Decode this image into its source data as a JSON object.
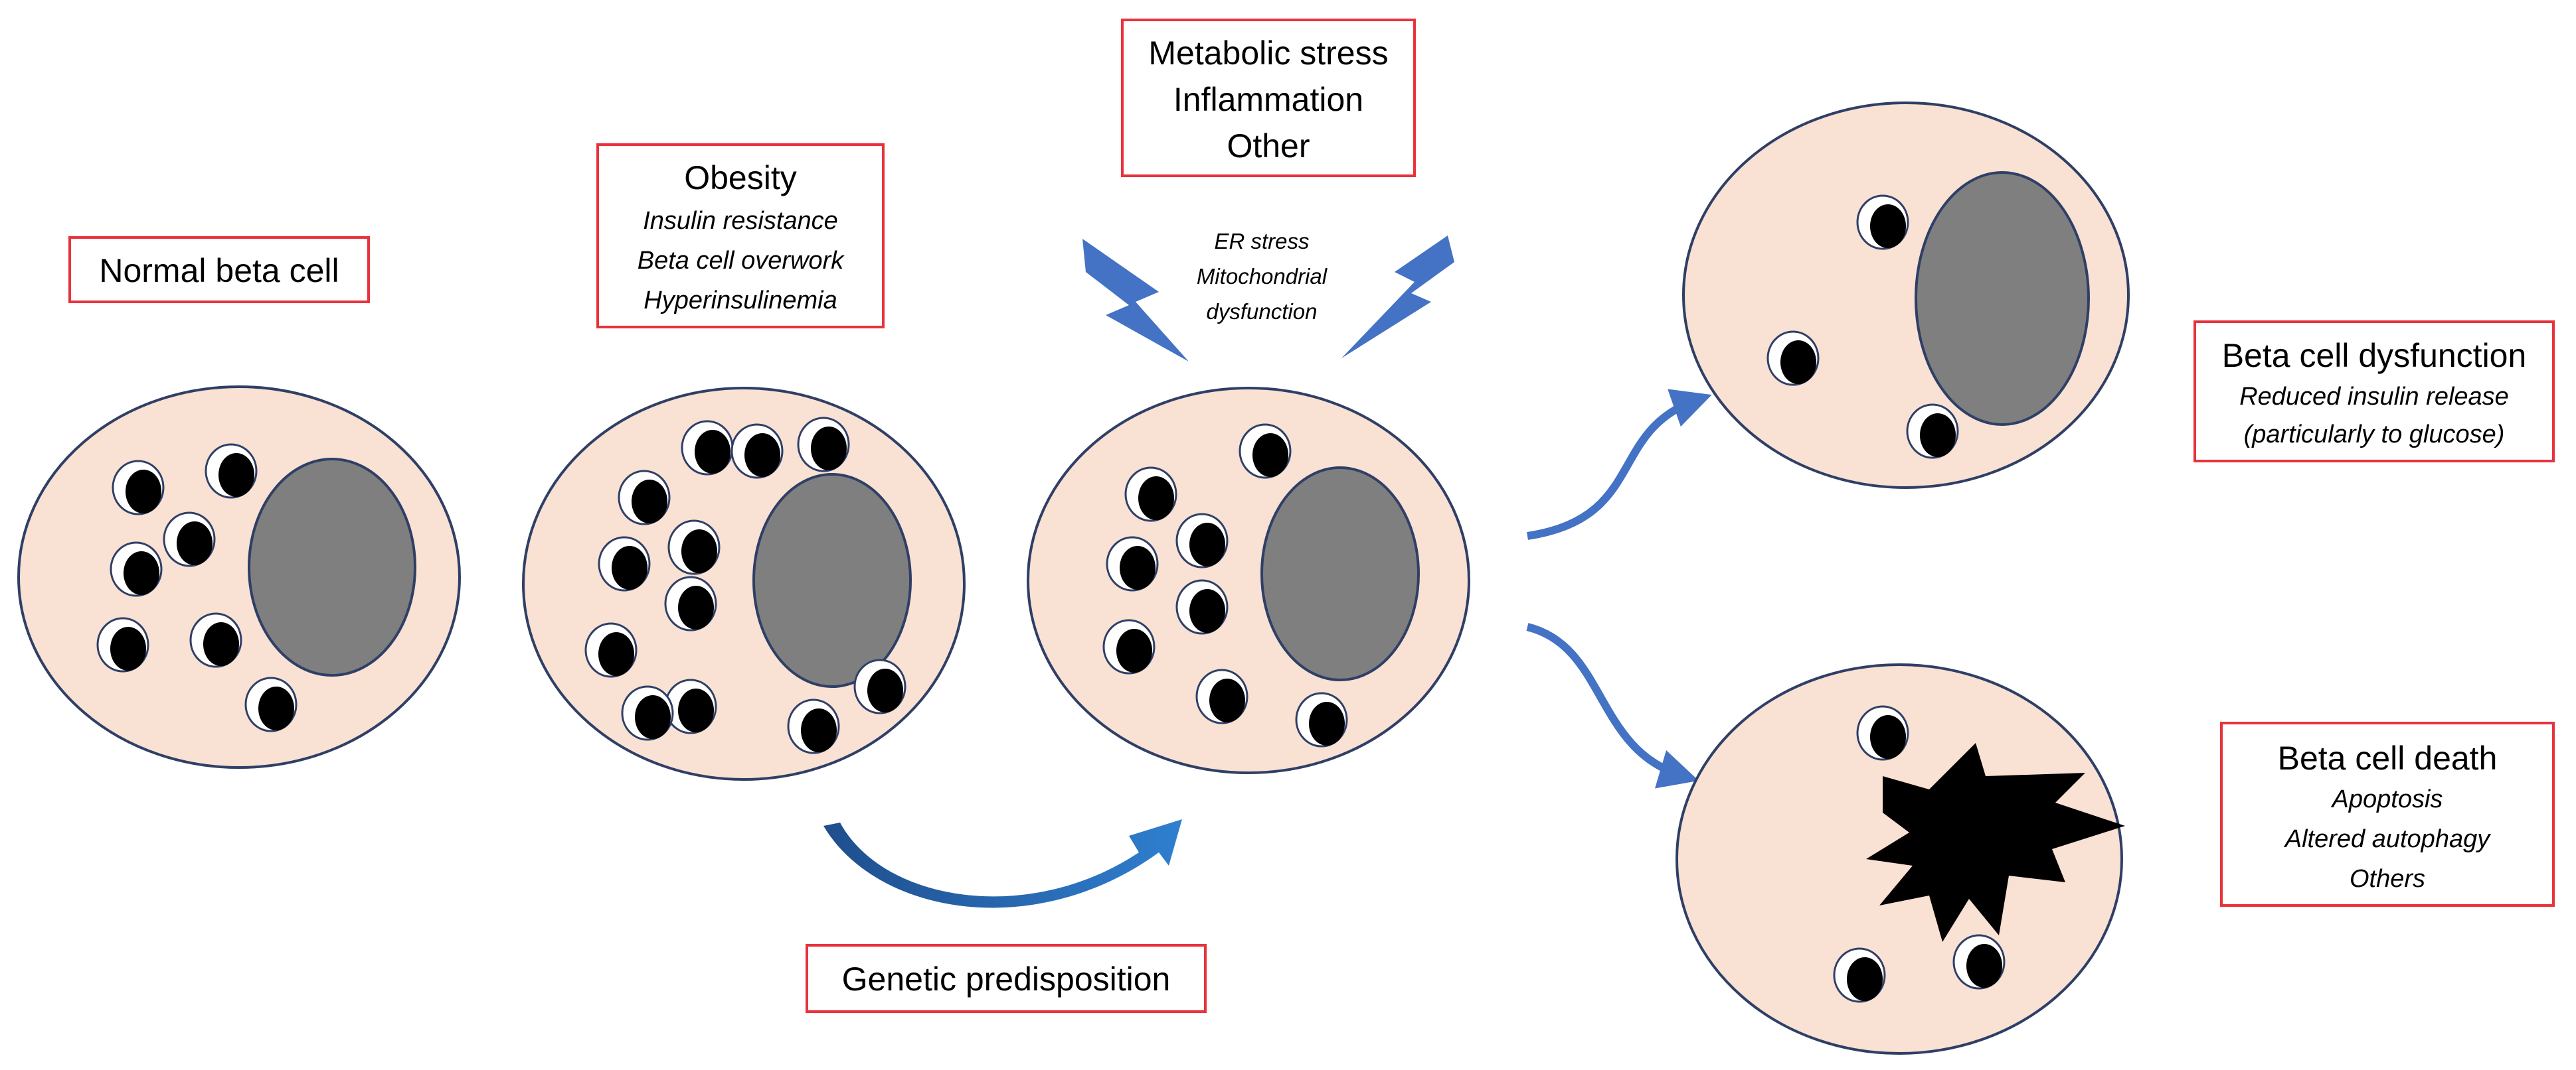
{
  "labels": {
    "normal_cell": "Normal beta cell",
    "obesity": {
      "title": "Obesity",
      "items": [
        "Insulin resistance",
        "Beta cell overwork",
        "Hyperinsulinemia"
      ]
    },
    "stressors": {
      "lines": [
        "Metabolic stress",
        "Inflammation",
        "Other"
      ]
    },
    "cellular_stress": {
      "lines": [
        "ER stress",
        "Mitochondrial",
        "dysfunction"
      ]
    },
    "genetic": "Genetic predisposition",
    "dysfunction": {
      "title": "Beta cell dysfunction",
      "items": [
        "Reduced insulin release",
        "(particularly to glucose)"
      ]
    },
    "death": {
      "title": "Beta cell death",
      "items": [
        "Apoptosis",
        "Altered autophagy",
        "Others"
      ]
    }
  },
  "colors": {
    "cell_fill": "#f9e1d3",
    "cell_stroke": "#2f3f66",
    "nucleus": "#7f7f7f",
    "granule": "#000000",
    "box_border": "#e8333d",
    "arrow_blue": "#4472c4",
    "bolt_blue": "#4472c4",
    "curved_arrow": "#1f5fa8"
  }
}
